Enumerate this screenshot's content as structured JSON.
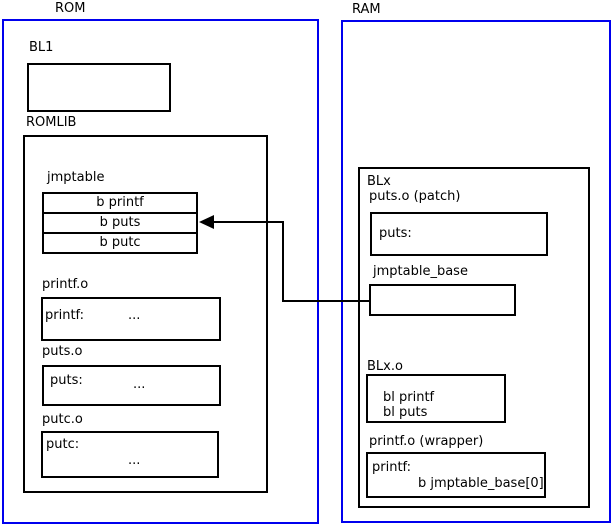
{
  "colors": {
    "frame": "#0000ee",
    "line": "#000000",
    "background": "#ffffff"
  },
  "rom": {
    "title": "ROM",
    "bl1_label": "BL1",
    "romlib_label": "ROMLIB",
    "jmptable": {
      "label": "jmptable",
      "entries": [
        "b printf",
        "b puts",
        "b putc"
      ]
    },
    "printf_o": {
      "label": "printf.o",
      "symbol": "printf:",
      "ellipsis": "..."
    },
    "puts_o": {
      "label": "puts.o",
      "symbol": "puts:",
      "ellipsis": "..."
    },
    "putc_o": {
      "label": "putc.o",
      "symbol": "putc:",
      "ellipsis": "..."
    }
  },
  "ram": {
    "title": "RAM",
    "blx_label": "BLx",
    "puts_patch": {
      "label": "puts.o (patch)",
      "symbol": "puts:"
    },
    "jmptable_base": {
      "label": "jmptable_base"
    },
    "blx_o": {
      "label": "BLx.o",
      "line1": "bl printf",
      "line2": "bl puts"
    },
    "printf_wrapper": {
      "label": "printf.o (wrapper)",
      "symbol": "printf:",
      "instruction": "b jmptable_base[0]"
    }
  }
}
